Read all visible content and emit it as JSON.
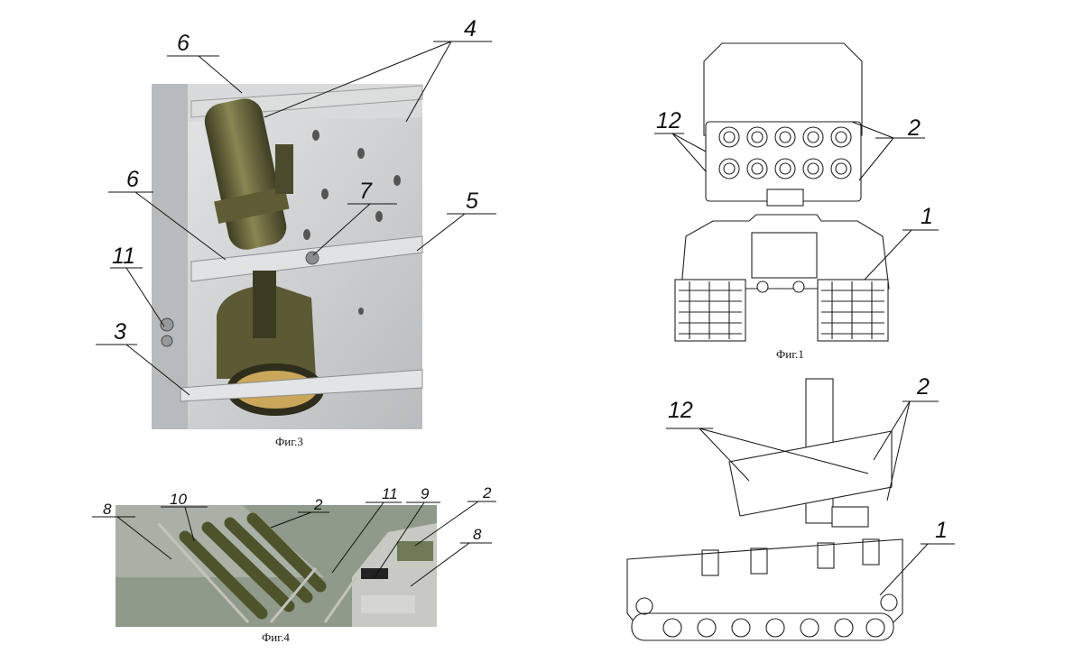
{
  "captions": {
    "fig1": "Фиг.1",
    "fig3": "Фиг.3",
    "fig4": "Фиг.4"
  },
  "fig3_labels": {
    "l6a": "6",
    "l4": "4",
    "l6b": "6",
    "l7": "7",
    "l5": "5",
    "l11": "11",
    "l3": "3"
  },
  "fig4_labels": {
    "l8a": "8",
    "l10": "10",
    "l2a": "2",
    "l11": "11",
    "l9": "9",
    "l2b": "2",
    "l8b": "8"
  },
  "fig1_labels": {
    "l12": "12",
    "l2": "2",
    "l1": "1"
  },
  "fig2_labels": {
    "l12": "12",
    "l2": "2",
    "l1": "1"
  },
  "colors": {
    "photo_panel": "#cfd0d0",
    "tube_olive": "#6f6c3e",
    "tube_dark": "#454528",
    "drawing_line": "#222222"
  }
}
